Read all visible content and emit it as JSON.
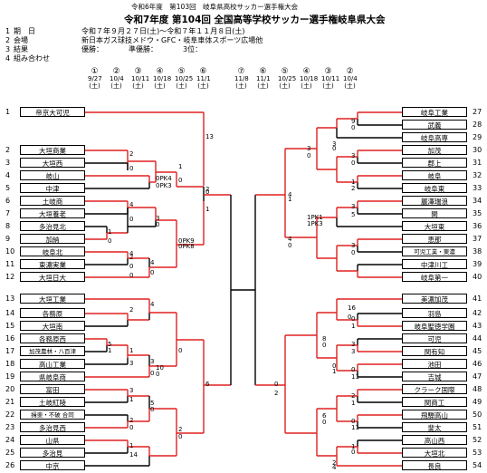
{
  "header": {
    "top_title": "令和6年度　第103回　岐阜県高校サッカー選手権大会",
    "main_title": "令和7年度 第104回 全国高等学校サッカー選手権岐阜県大会",
    "info": [
      {
        "num": "1",
        "label": "期　日",
        "value": "令和７年９月２７日(土)～令和７年１１月８日(土)"
      },
      {
        "num": "2",
        "label": "会場",
        "value": "新日本ガス球技メドウ・GFC・岐阜車体スポーツ広場他"
      },
      {
        "num": "3",
        "label": "結果",
        "value": "優勝：　　　　準優勝：　　　　3位："
      },
      {
        "num": "4",
        "label": "組み合わせ",
        "value": ""
      }
    ]
  },
  "rounds_left": [
    {
      "num": "①",
      "date": "9/27",
      "day": "(土)"
    },
    {
      "num": "②",
      "date": "10/4",
      "day": "(土)"
    },
    {
      "num": "③",
      "date": "10/11",
      "day": "(土)"
    },
    {
      "num": "④",
      "date": "10/18",
      "day": "(土)"
    },
    {
      "num": "⑤",
      "date": "10/25",
      "day": "(土)"
    },
    {
      "num": "⑥",
      "date": "11/1",
      "day": "(土)"
    }
  ],
  "round_final": {
    "num": "⑦",
    "date": "11/8",
    "day": "(土)"
  },
  "rounds_right": [
    {
      "num": "⑥",
      "date": "11/1",
      "day": "(土)"
    },
    {
      "num": "⑤",
      "date": "10/25",
      "day": "(土)"
    },
    {
      "num": "④",
      "date": "10/18",
      "day": "(土)"
    },
    {
      "num": "③",
      "date": "10/11",
      "day": "(土)"
    },
    {
      "num": "②",
      "date": "10/4",
      "day": "(土)"
    }
  ],
  "teams_left": [
    {
      "seed": "1",
      "name": "帝京大可児"
    },
    {
      "seed": "2",
      "name": "大垣商業"
    },
    {
      "seed": "3",
      "name": "大垣西"
    },
    {
      "seed": "4",
      "name": "岐山"
    },
    {
      "seed": "5",
      "name": "中津"
    },
    {
      "seed": "6",
      "name": "土岐商"
    },
    {
      "seed": "7",
      "name": "大垣養老"
    },
    {
      "seed": "8",
      "name": "多治見北"
    },
    {
      "seed": "9",
      "name": "加納"
    },
    {
      "seed": "10",
      "name": "岐阜北"
    },
    {
      "seed": "11",
      "name": "東濃実業"
    },
    {
      "seed": "12",
      "name": "大垣日大"
    },
    {
      "seed": "13",
      "name": "大垣工業"
    },
    {
      "seed": "14",
      "name": "各務原"
    },
    {
      "seed": "15",
      "name": "大垣南"
    },
    {
      "seed": "16",
      "name": "各務原西"
    },
    {
      "seed": "17",
      "name": "加茂農林・八百津"
    },
    {
      "seed": "18",
      "name": "高山工業"
    },
    {
      "seed": "19",
      "name": "県岐阜商"
    },
    {
      "seed": "20",
      "name": "富田"
    },
    {
      "seed": "21",
      "name": "土岐紅陵"
    },
    {
      "seed": "22",
      "name": "揖斐・不破 合同"
    },
    {
      "seed": "23",
      "name": "多治見西"
    },
    {
      "seed": "24",
      "name": "山県"
    },
    {
      "seed": "25",
      "name": "多治見"
    },
    {
      "seed": "26",
      "name": "中京"
    }
  ],
  "teams_right": [
    {
      "seed": "27",
      "name": "岐阜工業"
    },
    {
      "seed": "28",
      "name": "武義"
    },
    {
      "seed": "29",
      "name": "岐阜高専"
    },
    {
      "seed": "30",
      "name": "加茂"
    },
    {
      "seed": "31",
      "name": "郡上"
    },
    {
      "seed": "32",
      "name": "岐阜"
    },
    {
      "seed": "33",
      "name": "岐阜東"
    },
    {
      "seed": "34",
      "name": "麗澤瑞浪"
    },
    {
      "seed": "35",
      "name": "関"
    },
    {
      "seed": "36",
      "name": "大垣東"
    },
    {
      "seed": "37",
      "name": "恵那"
    },
    {
      "seed": "38",
      "name": "可児工業・東濃"
    },
    {
      "seed": "39",
      "name": "中津川工"
    },
    {
      "seed": "40",
      "name": "岐阜第一"
    },
    {
      "seed": "41",
      "name": "美濃加茂"
    },
    {
      "seed": "42",
      "name": "羽島"
    },
    {
      "seed": "43",
      "name": "岐阜聖徳学園"
    },
    {
      "seed": "44",
      "name": "可児"
    },
    {
      "seed": "45",
      "name": "関有知"
    },
    {
      "seed": "46",
      "name": "池田"
    },
    {
      "seed": "47",
      "name": "吉城"
    },
    {
      "seed": "48",
      "name": "クラーク国際"
    },
    {
      "seed": "49",
      "name": "関商工"
    },
    {
      "seed": "50",
      "name": "飛騨高山"
    },
    {
      "seed": "51",
      "name": "斐太"
    },
    {
      "seed": "52",
      "name": "高山西"
    },
    {
      "seed": "53",
      "name": "大垣北"
    },
    {
      "seed": "54",
      "name": "長良"
    }
  ],
  "scores": [
    {
      "text": "13"
    },
    {
      "text": "0"
    },
    {
      "text": "2"
    },
    {
      "text": "0"
    },
    {
      "text": "0PK4"
    },
    {
      "text": "0PK3"
    },
    {
      "text": "4"
    },
    {
      "text": "0"
    },
    {
      "text": "1"
    },
    {
      "text": "0"
    },
    {
      "text": "4"
    },
    {
      "text": "0"
    },
    {
      "text": "3"
    },
    {
      "text": "0"
    },
    {
      "text": "0PK9"
    },
    {
      "text": "0PK8"
    },
    {
      "text": "2"
    },
    {
      "text": "0"
    },
    {
      "text": "4"
    },
    {
      "text": "0"
    },
    {
      "text": "1"
    },
    {
      "text": "0"
    },
    {
      "text": "2"
    },
    {
      "text": "1"
    },
    {
      "text": "2"
    },
    {
      "text": "4"
    },
    {
      "text": "5"
    },
    {
      "text": "1"
    },
    {
      "text": "1"
    },
    {
      "text": "3"
    },
    {
      "text": "3"
    },
    {
      "text": "0"
    },
    {
      "text": "10"
    },
    {
      "text": "0"
    },
    {
      "text": "0"
    },
    {
      "text": "6"
    },
    {
      "text": "3"
    },
    {
      "text": "1"
    },
    {
      "text": "2"
    },
    {
      "text": "0"
    },
    {
      "text": "5"
    },
    {
      "text": "0"
    },
    {
      "text": "1"
    },
    {
      "text": "14"
    },
    {
      "text": "2"
    },
    {
      "text": "0"
    },
    {
      "text": "9"
    },
    {
      "text": "0"
    },
    {
      "text": "3"
    },
    {
      "text": "0"
    },
    {
      "text": "3"
    },
    {
      "text": "0"
    },
    {
      "text": "1"
    },
    {
      "text": "2"
    },
    {
      "text": "3"
    },
    {
      "text": "0"
    },
    {
      "text": "4"
    },
    {
      "text": "1"
    },
    {
      "text": "1PK1"
    },
    {
      "text": "1PK3"
    },
    {
      "text": "3"
    },
    {
      "text": "5"
    },
    {
      "text": "3"
    },
    {
      "text": "0"
    },
    {
      "text": "4"
    },
    {
      "text": "0"
    },
    {
      "text": "16"
    },
    {
      "text": "0"
    },
    {
      "text": "0"
    },
    {
      "text": "1"
    },
    {
      "text": "8"
    },
    {
      "text": "0"
    },
    {
      "text": "3"
    },
    {
      "text": "3"
    },
    {
      "text": "0"
    },
    {
      "text": "11"
    },
    {
      "text": "0"
    },
    {
      "text": "1"
    },
    {
      "text": "2"
    },
    {
      "text": "1"
    },
    {
      "text": "0"
    },
    {
      "text": "11"
    },
    {
      "text": "6"
    },
    {
      "text": "0"
    },
    {
      "text": "1"
    },
    {
      "text": "0"
    },
    {
      "text": "2"
    },
    {
      "text": "4"
    },
    {
      "text": "0"
    },
    {
      "text": "2"
    }
  ],
  "colors": {
    "winner_line": "#e02020",
    "line": "#000000"
  }
}
